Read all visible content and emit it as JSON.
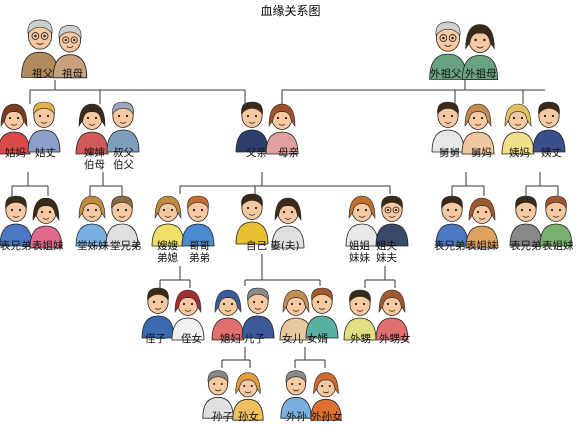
{
  "title": "血缘关系图",
  "colors": {
    "line": "#333333",
    "skin": "#f6c9a2",
    "hair_dark": "#3a2a1a",
    "hair_gray": "#cfcfcf"
  },
  "labels": {
    "grandfather": "祖父",
    "grandmother": "祖母",
    "maternal_grandfather": "外祖父",
    "maternal_grandmother": "外祖母",
    "paternal_aunt": "姑妈",
    "paternal_aunt_husband": "姑丈",
    "aunt_in_law_1": "婶婶",
    "aunt_in_law_2": "伯母",
    "uncle_1": "叔父",
    "uncle_2": "伯父",
    "father": "父亲",
    "mother": "母亲",
    "maternal_uncle": "舅舅",
    "maternal_uncle_wife": "舅妈",
    "maternal_aunt": "姨妈",
    "maternal_aunt_husband": "姨丈",
    "cousin_left_m": "表兄弟",
    "cousin_left_f": "表姐妹",
    "cousin_paternal_f": "堂姊妹",
    "cousin_paternal_m": "堂兄弟",
    "sister_in_law_1": "嫂嫂",
    "sister_in_law_2": "弟媳",
    "brother_1": "哥哥",
    "brother_2": "弟弟",
    "self_spouse": "自己  妻(夫)",
    "sister_1": "姐姐",
    "sister_2": "妹妹",
    "brother_in_law_1": "姐夫",
    "brother_in_law_2": "妹夫",
    "cousin_mid_m": "表兄弟",
    "cousin_mid_f": "表姐妹",
    "cousin_right_m": "表兄弟",
    "cousin_right_f": "表姐妹",
    "nephew": "侄子",
    "niece": "侄女",
    "daughter_in_law": "媳妇",
    "son": "儿子",
    "daughter": "女儿",
    "son_in_law": "女婿",
    "sister_son": "外甥",
    "sister_daughter": "外甥女",
    "grandson": "孙子",
    "granddaughter": "孙女",
    "daughter_grandson": "外孙",
    "daughter_granddaughter": "外孙女"
  }
}
